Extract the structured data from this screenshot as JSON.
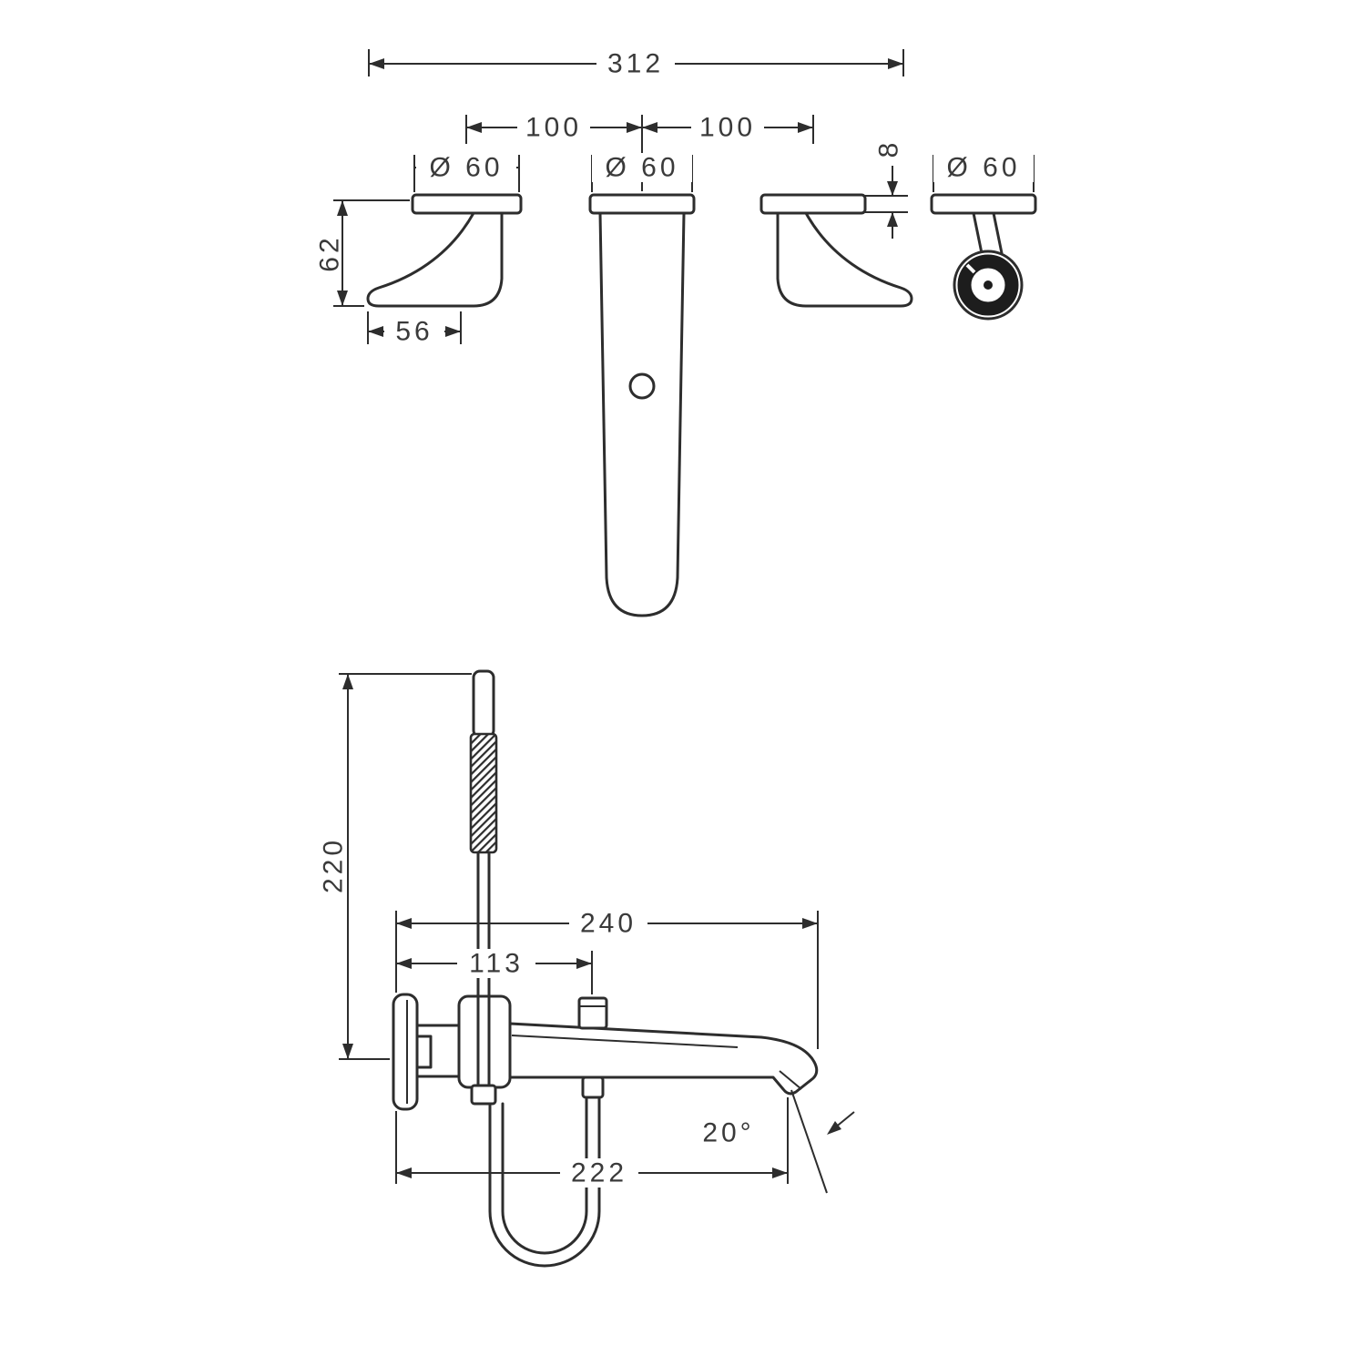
{
  "drawing": {
    "type": "technical-dimension-drawing",
    "subject": "wall-mounted 3-hole basin mixer and bath spout with hand shower",
    "colors": {
      "ink": "#2d2d2d",
      "knob_fill": "#1d1d1d",
      "background": "#ffffff"
    }
  },
  "front_view": {
    "overall_width": "312",
    "left_spacing": "100",
    "right_spacing": "100",
    "left_handle_diameter": "Ø 60",
    "spout_escutcheon_diameter": "Ø 60",
    "valve_diameter": "Ø 60",
    "escutcheon_thickness": "8",
    "handle_height": "62",
    "handle_depth": "56"
  },
  "side_view": {
    "handshower_height": "220",
    "spout_reach": "240",
    "diverter_offset": "113",
    "tip_reach": "222",
    "spout_angle": "20°"
  }
}
